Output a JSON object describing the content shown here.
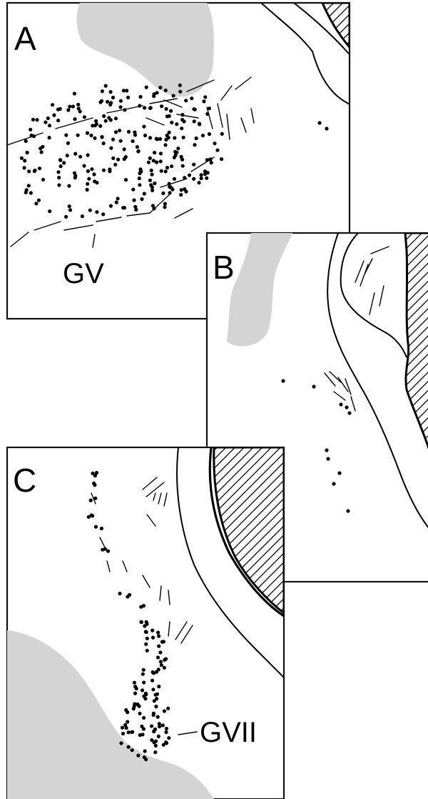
{
  "panels": [
    {
      "letter": "A",
      "nucleus_label": "GV"
    },
    {
      "letter": "B"
    },
    {
      "letter": "C",
      "nucleus_label": "GVII"
    }
  ],
  "colors": {
    "gray_region": "#d4d4d4",
    "ink": "#000000",
    "background": "#ffffff"
  }
}
